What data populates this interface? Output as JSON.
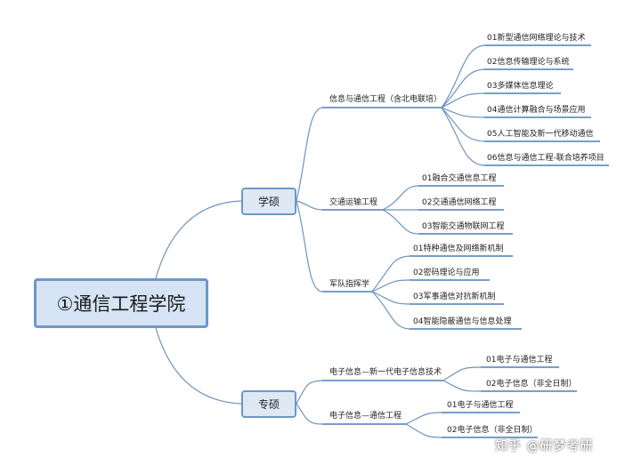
{
  "root": {
    "label": "①通信工程学院"
  },
  "branches": [
    {
      "label": "学硕",
      "children": [
        {
          "label": "信息与通信工程（含北电联培）",
          "items": [
            "01新型通信网络理论与技术",
            "02信息传输理论与系统",
            "03多媒体信息理论",
            "04通信计算融合与场景应用",
            "05人工智能及新一代移动通信",
            "06信息与通信工程-联合培养项目"
          ]
        },
        {
          "label": "交通运输工程",
          "items": [
            "01融合交通信息工程",
            "02交通通信网络工程",
            "03智能交通物联网工程"
          ]
        },
        {
          "label": "军队指挥学",
          "items": [
            "01特种通信及网络新机制",
            "02密码理论与应用",
            "03军事通信对抗新机制",
            "04智能隐蔽通信与信息处理"
          ]
        }
      ]
    },
    {
      "label": "专硕",
      "children": [
        {
          "label": "电子信息—新一代电子信息技术",
          "items": [
            "01电子与通信工程",
            "02电子信息（非全日制）"
          ]
        },
        {
          "label": "电子信息—通信工程",
          "items": [
            "01电子与通信工程",
            "02电子信息（非全日制）"
          ]
        }
      ]
    }
  ],
  "watermark": "知乎 @研梦考研",
  "colors": {
    "line": "#6f94bd",
    "underline": "#4e7fb6",
    "node_fill": "#dfe9f6",
    "node_border": "#6e97c7"
  }
}
